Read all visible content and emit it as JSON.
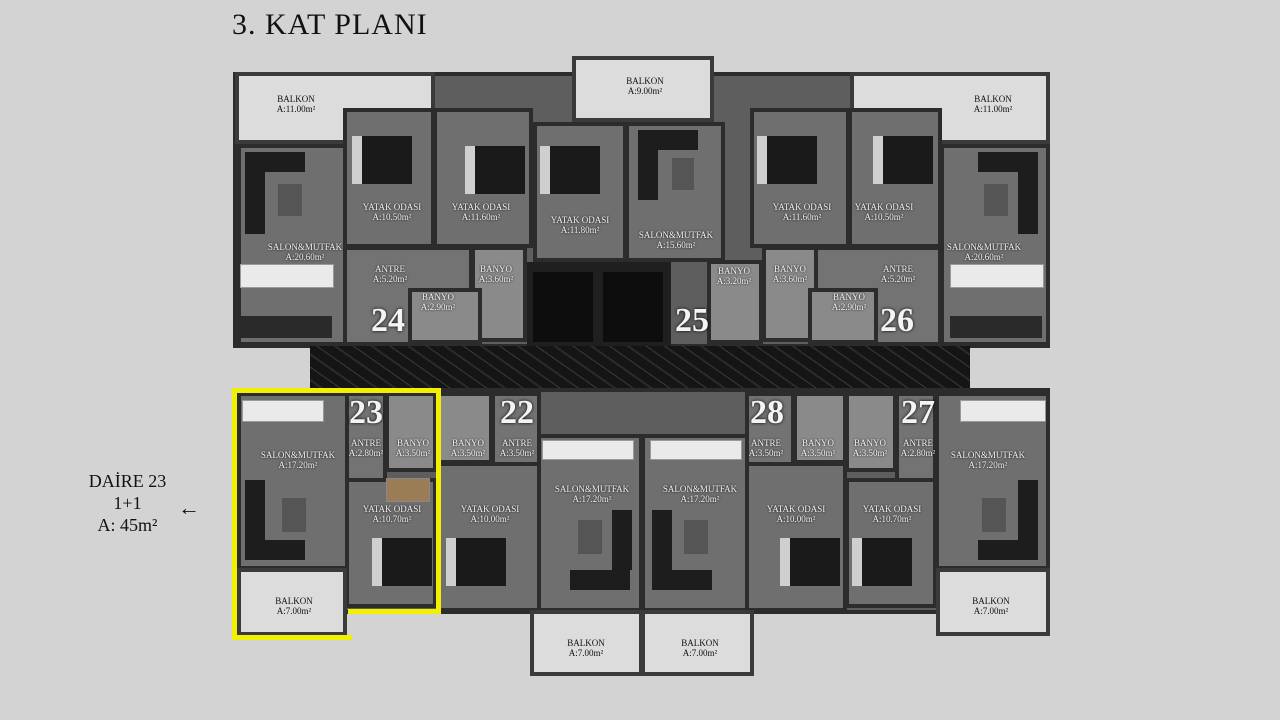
{
  "title": "3. KAT PLANI",
  "selected_unit": {
    "name": "DAİRE 23",
    "type": "1+1",
    "area": "A: 45m²"
  },
  "units": {
    "u24": "24",
    "u25": "25",
    "u26": "26",
    "u23": "23",
    "u22": "22",
    "u28": "28",
    "u27": "27"
  },
  "rooms": {
    "balkon_top_left": {
      "name": "BALKON",
      "area": "A:11.00m²"
    },
    "balkon_top_center": {
      "name": "BALKON",
      "area": "A:9.00m²"
    },
    "balkon_top_right": {
      "name": "BALKON",
      "area": "A:11.00m²"
    },
    "yatak_24": {
      "name": "YATAK ODASI",
      "area": "A:10.50m²"
    },
    "yatak_25a": {
      "name": "YATAK ODASI",
      "area": "A:11.60m²"
    },
    "yatak_25b": {
      "name": "YATAK ODASI",
      "area": "A:11.80m²"
    },
    "salon_25": {
      "name": "SALON&MUTFAK",
      "area": "A:15.60m²"
    },
    "yatak_26a": {
      "name": "YATAK ODASI",
      "area": "A:11.60m²"
    },
    "yatak_26b": {
      "name": "YATAK ODASI",
      "area": "A:10.50m²"
    },
    "salon_24": {
      "name": "SALON&MUTFAK",
      "area": "A:20.60m²"
    },
    "salon_26": {
      "name": "SALON&MUTFAK",
      "area": "A:20.60m²"
    },
    "antre_24": {
      "name": "ANTRE",
      "area": "A:5.20m²"
    },
    "antre_26": {
      "name": "ANTRE",
      "area": "A:5.20m²"
    },
    "banyo_24a": {
      "name": "BANYO",
      "area": "A:3.60m²"
    },
    "banyo_24b": {
      "name": "BANYO",
      "area": "A:2.90m²"
    },
    "banyo_25": {
      "name": "BANYO",
      "area": "A:3.20m²"
    },
    "banyo_26a": {
      "name": "BANYO",
      "area": "A:3.60m²"
    },
    "banyo_26b": {
      "name": "BANYO",
      "area": "A:2.90m²"
    },
    "salon_23": {
      "name": "SALON&MUTFAK",
      "area": "A:17.20m²"
    },
    "antre_23": {
      "name": "ANTRE",
      "area": "A:2.80m²"
    },
    "banyo_23": {
      "name": "BANYO",
      "area": "A:3.50m²"
    },
    "yatak_23": {
      "name": "YATAK ODASI",
      "area": "A:10.70m²"
    },
    "balkon_23": {
      "name": "BALKON",
      "area": "A:7.00m²"
    },
    "banyo_22": {
      "name": "BANYO",
      "area": "A:3.50m²"
    },
    "antre_22": {
      "name": "ANTRE",
      "area": "A:3.50m²"
    },
    "yatak_22": {
      "name": "YATAK ODASI",
      "area": "A:10.00m²"
    },
    "salon_22": {
      "name": "SALON&MUTFAK",
      "area": "A:17.20m²"
    },
    "salon_28": {
      "name": "SALON&MUTFAK",
      "area": "A:17.20m²"
    },
    "antre_28": {
      "name": "ANTRE",
      "area": "A:3.50m²"
    },
    "banyo_28": {
      "name": "BANYO",
      "area": "A:3.50m²"
    },
    "yatak_28": {
      "name": "YATAK ODASI",
      "area": "A:10.00m²"
    },
    "banyo_27": {
      "name": "BANYO",
      "area": "A:3.50m²"
    },
    "antre_27": {
      "name": "ANTRE",
      "area": "A:2.80m²"
    },
    "salon_27": {
      "name": "SALON&MUTFAK",
      "area": "A:17.20m²"
    },
    "yatak_27": {
      "name": "YATAK ODASI",
      "area": "A:10.70m²"
    },
    "balkon_27": {
      "name": "BALKON",
      "area": "A:7.00m²"
    },
    "balkon_b22": {
      "name": "BALKON",
      "area": "A:7.00m²"
    },
    "balkon_b28": {
      "name": "BALKON",
      "area": "A:7.00m²"
    }
  }
}
